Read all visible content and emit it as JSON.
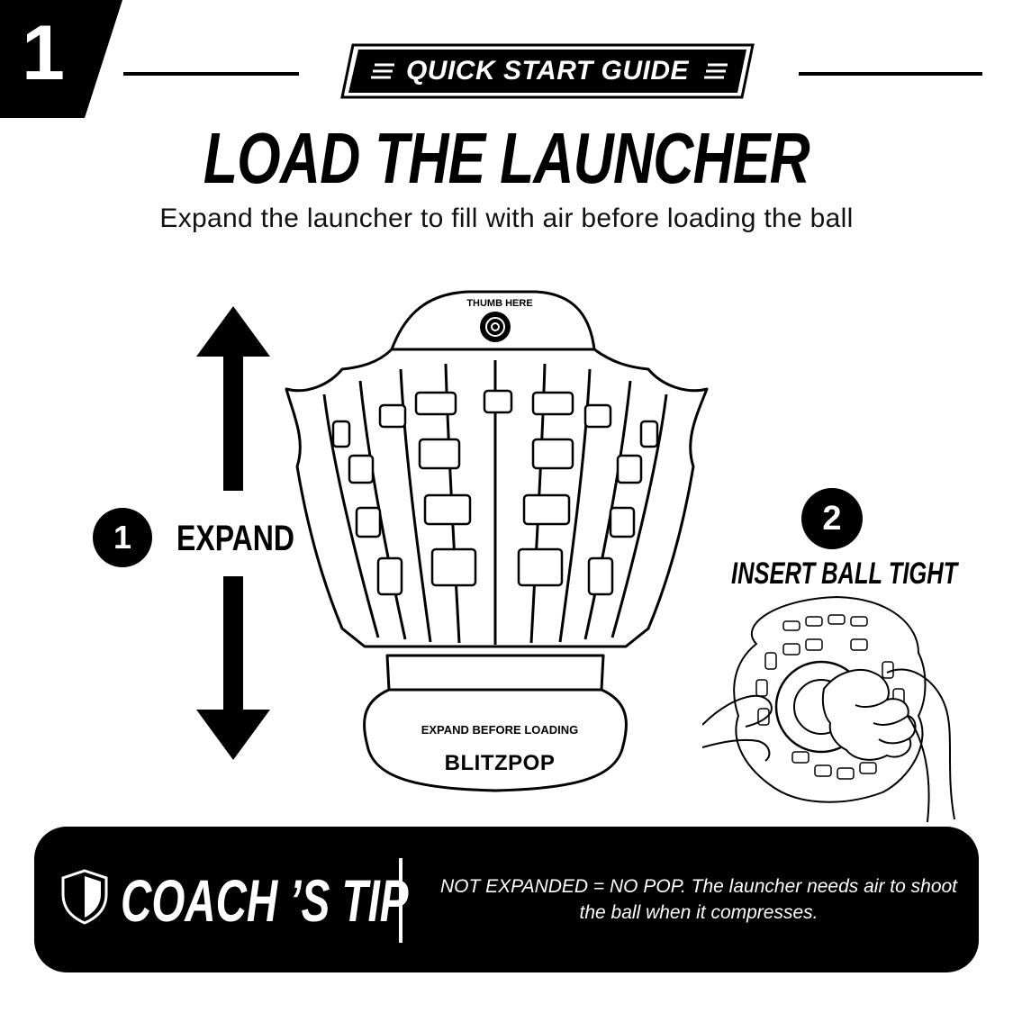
{
  "step": {
    "number": "1"
  },
  "header": {
    "guide_label": "QUICK START GUIDE",
    "title": "LOAD THE LAUNCHER",
    "subtitle": "Expand the launcher to fill with air before loading the ball"
  },
  "step_one": {
    "number": "1",
    "label": "EXPAND"
  },
  "launcher": {
    "thumb_label": "THUMB HERE",
    "base_label": "EXPAND BEFORE LOADING",
    "brand": "BLITZPOP"
  },
  "step_two": {
    "number": "2",
    "label": "INSERT BALL TIGHT"
  },
  "coach_tip": {
    "title": "COACH ’S TIP",
    "text": "NOT EXPANDED = NO POP. The launcher needs air to shoot the ball when it compresses."
  },
  "icons": {
    "up": "arrow-up-icon",
    "down": "arrow-down-icon",
    "shield": "shield-icon",
    "thumb": "thumb-target-icon"
  }
}
